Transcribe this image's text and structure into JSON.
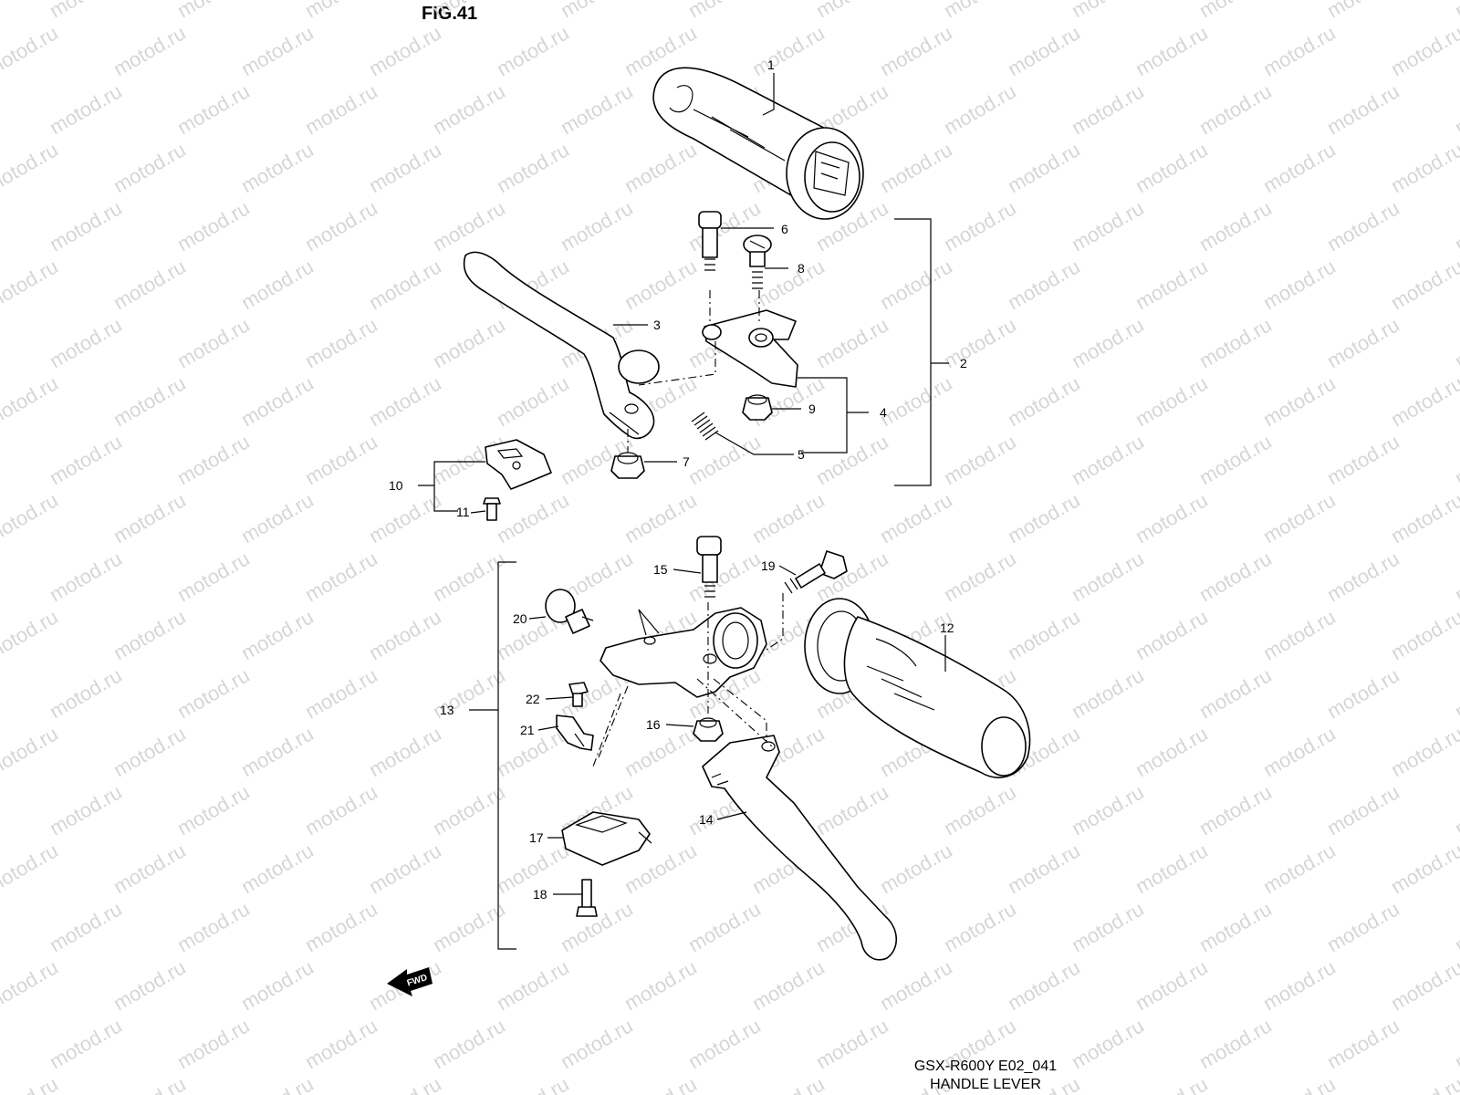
{
  "figure_title": "FIG.41",
  "footer": {
    "model_code": "GSX-R600Y E02_041",
    "caption": "HANDLE LEVER"
  },
  "watermark": "motod.ru",
  "fwd_arrow_label": "FWD",
  "part_labels": [
    "1",
    "2",
    "3",
    "4",
    "5",
    "6",
    "7",
    "8",
    "9",
    "10",
    "11",
    "12",
    "13",
    "14",
    "15",
    "16",
    "17",
    "18",
    "19",
    "20",
    "21",
    "22"
  ]
}
